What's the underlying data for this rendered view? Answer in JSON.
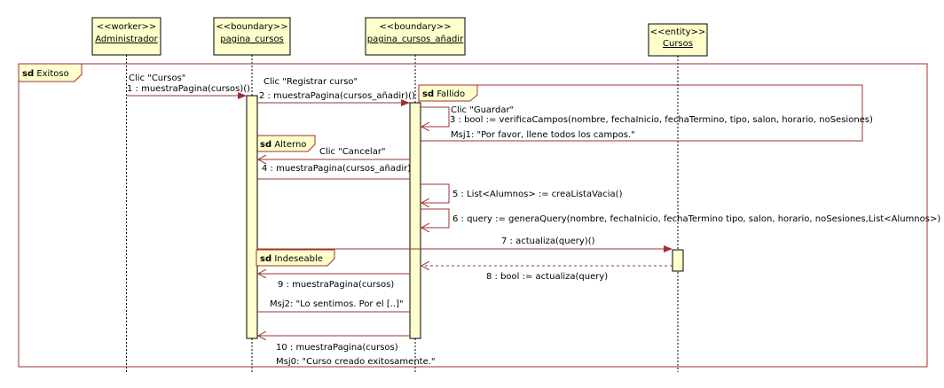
{
  "diagram": {
    "colors": {
      "box_fill": "#ffffcc",
      "frame_stroke": "#a03030",
      "message_stroke": "#a03030",
      "lifeline_stroke": "#000000"
    },
    "participants": [
      {
        "stereotype": "<<worker>>",
        "name": "Administrador"
      },
      {
        "stereotype": "<<boundary>>",
        "name": "pagina_cursos"
      },
      {
        "stereotype": "<<boundary>>",
        "name": "pagina_cursos_añadir"
      },
      {
        "stereotype": "<<entity>>",
        "name": "Cursos"
      }
    ],
    "frames": [
      {
        "keyword": "sd",
        "name": "Exitoso"
      },
      {
        "keyword": "sd",
        "name": "Fallido"
      },
      {
        "keyword": "sd",
        "name": "Alterno"
      },
      {
        "keyword": "sd",
        "name": "Indeseable"
      }
    ],
    "messages": [
      {
        "lines": [
          "Clic \"Cursos\"",
          "1 : muestraPagina(cursos)()"
        ]
      },
      {
        "lines": [
          "Clic \"Registrar curso\"",
          "2 : muestraPagina(cursos_añadir)()"
        ]
      },
      {
        "lines": [
          "Clic \"Guardar\"",
          "3 : bool := verificaCampos(nombre, fechaInicio, fechaTermino, tipo, salon, horario, noSesiones)",
          "Msj1: \"Por favor, llene todos los campos.\""
        ]
      },
      {
        "lines": [
          "Clic \"Cancelar\""
        ]
      },
      {
        "lines": [
          "4 : muestraPagina(cursos_añadir)"
        ]
      },
      {
        "lines": [
          "5 : List<Alumnos> := creaListaVacia()"
        ]
      },
      {
        "lines": [
          "6 : query := generaQuery(nombre, fechaInicio, fechaTermino tipo, salon, horario, noSesiones,List<Alumnos>)"
        ]
      },
      {
        "lines": [
          "7 : actualiza(query)()"
        ]
      },
      {
        "lines": [
          "8 : bool := actualiza(query)"
        ]
      },
      {
        "lines": [
          "9 : muestraPagina(cursos)"
        ]
      },
      {
        "lines": [
          "Msj2: \"Lo sentimos. Por el [..]\""
        ]
      },
      {
        "lines": [
          "10 : muestraPagina(cursos)",
          "Msj0: \"Curso creado exitosamente.\""
        ]
      }
    ]
  }
}
